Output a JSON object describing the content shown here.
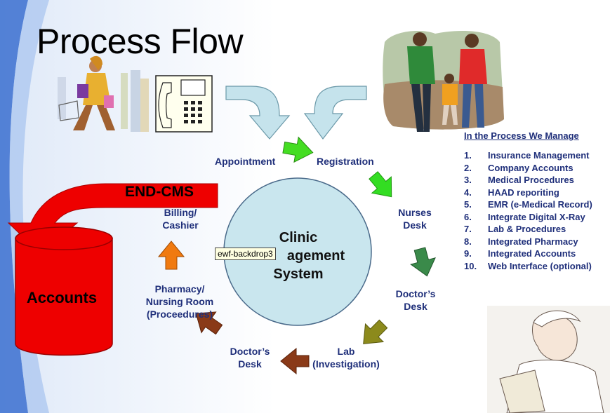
{
  "title": "Process Flow",
  "center": {
    "line1": "Clinic",
    "line2": "agement",
    "line3": "System"
  },
  "tooltip": "ewf-backdrop3",
  "labels": {
    "appointment": "Appointment",
    "registration": "Registration",
    "nurses_1": "Nurses",
    "nurses_2": "Desk",
    "doctors1_1": "Doctor’s",
    "doctors1_2": "Desk",
    "lab_1": "Lab",
    "lab_2": "(Investigation)",
    "doctors2_1": "Doctor’s",
    "doctors2_2": "Desk",
    "pharmacy_1": "Pharmacy/",
    "pharmacy_2": "Nursing Room",
    "pharmacy_3": "(Proceedures)",
    "billing_1": "Billing/",
    "billing_2": "Cashier"
  },
  "end_cms": "END-CMS",
  "accounts": "Accounts",
  "process_list": {
    "heading": "In the Process We Manage",
    "items": [
      {
        "num": "1.",
        "text": "Insurance Management"
      },
      {
        "num": "2.",
        "text": "Company Accounts"
      },
      {
        "num": "3.",
        "text": "Medical Procedures"
      },
      {
        "num": "4.",
        "text": "HAAD reporiting"
      },
      {
        "num": "5.",
        "text": "EMR (e-Medical Record)"
      },
      {
        "num": "6.",
        "text": "Integrate Digital X-Ray"
      },
      {
        "num": "7.",
        "text": "Lab & Procedures"
      },
      {
        "num": "8.",
        "text": "Integrated Pharmacy"
      },
      {
        "num": "9.",
        "text": "Integrated Accounts"
      },
      {
        "num": "10.",
        "text": "Web Interface (optional)"
      }
    ]
  },
  "colors": {
    "circle": "#c9e6ee",
    "arrow_light_blue": "#c5e3ec",
    "arrow_bright_green": "#33dd22",
    "arrow_dark_green": "#3a8a4a",
    "arrow_olive": "#8c8a1c",
    "arrow_brown": "#8a3a18",
    "arrow_orange": "#f07a10",
    "accounts_red": "#ee0000",
    "label_navy": "#1f2f7a"
  }
}
